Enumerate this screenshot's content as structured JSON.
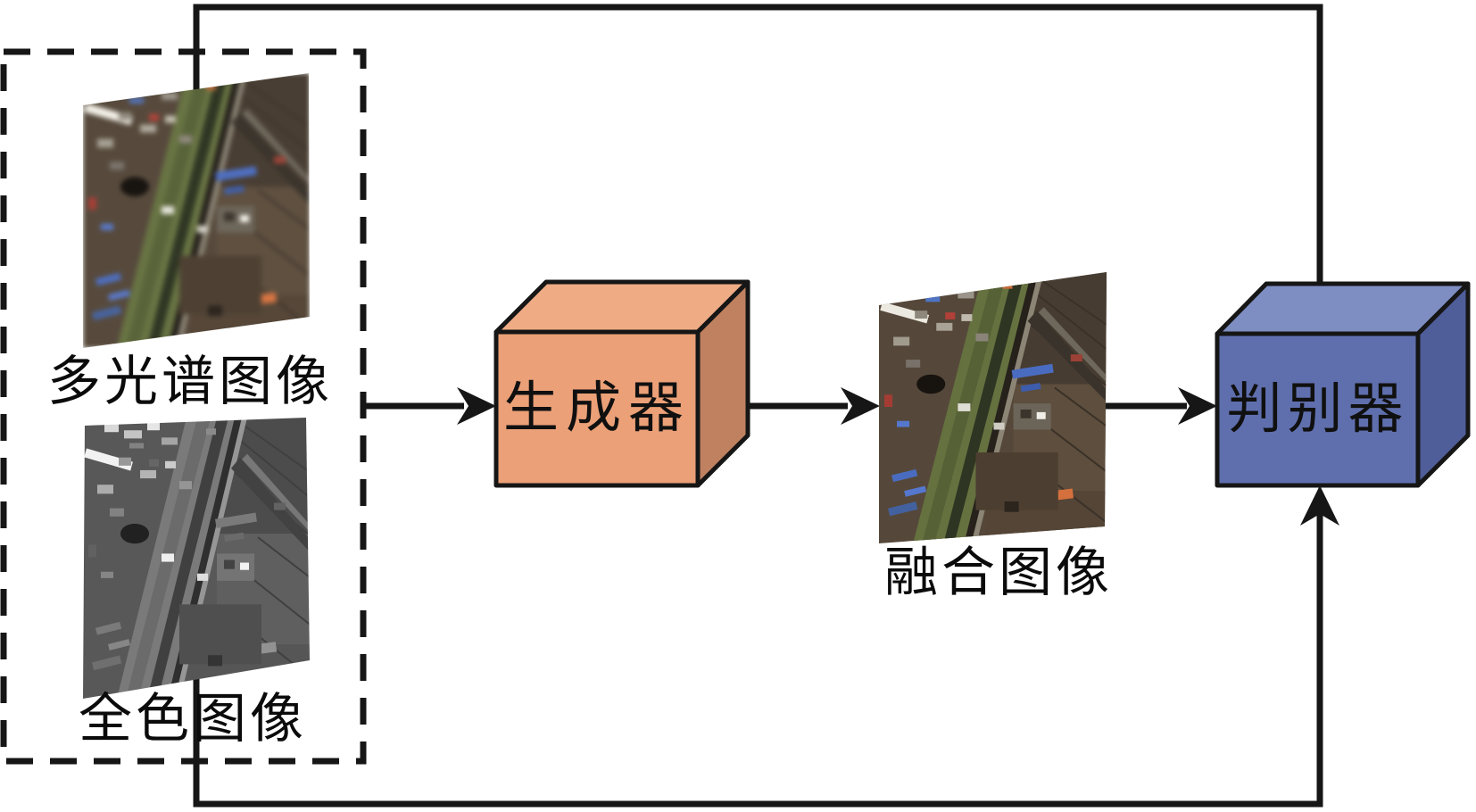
{
  "nodes": {
    "input_group": {
      "multispectral_label": "多光谱图像",
      "panchromatic_label": "全色图像"
    },
    "generator": {
      "label": "生成器"
    },
    "fused_image": {
      "label": "融合图像"
    },
    "discriminator": {
      "label": "判别器"
    }
  },
  "colors": {
    "background": "#ffffff",
    "line": "#161616",
    "dashed_border": "#161616",
    "generator_top": "#EFAC84",
    "generator_front": "#EBA077",
    "generator_side": "#C08160",
    "discriminator_top": "#7E8EC2",
    "discriminator_front": "#5F6FAE",
    "discriminator_side": "#4F5D99"
  }
}
